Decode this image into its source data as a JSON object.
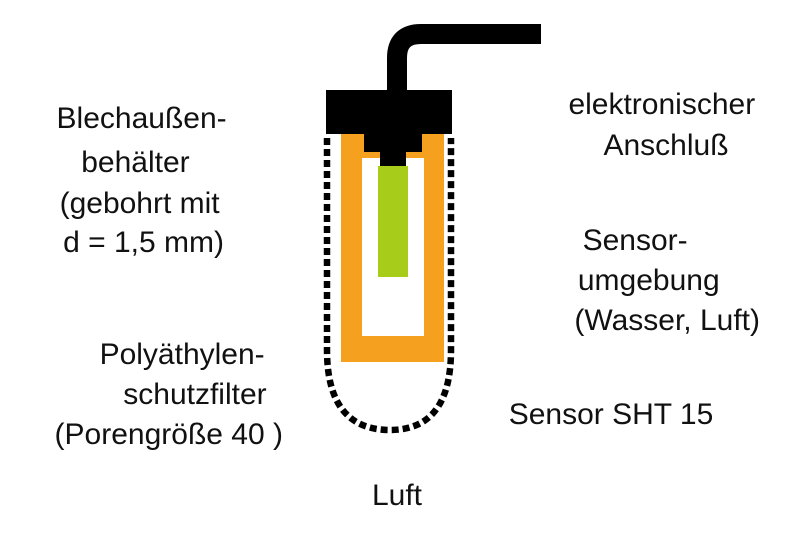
{
  "labels": {
    "outer_container": [
      "Blechaußen-",
      "behälter",
      "(gebohrt mit",
      "d = 1,5 mm)"
    ],
    "filter": [
      "Polyäthylen-",
      "schutzfilter",
      "(Porengröße 40 )"
    ],
    "connection": [
      "elektronischer",
      "Anschluß"
    ],
    "environment": [
      "Sensor-",
      "umgebung",
      "(Wasser, Luft)"
    ],
    "sensor": "Sensor SHT 15",
    "air": "Luft"
  },
  "colors": {
    "filter": "#f5a01e",
    "sensor": "#a8cc1a",
    "cap": "#000000",
    "line": "#111111",
    "background": "#ffffff"
  }
}
